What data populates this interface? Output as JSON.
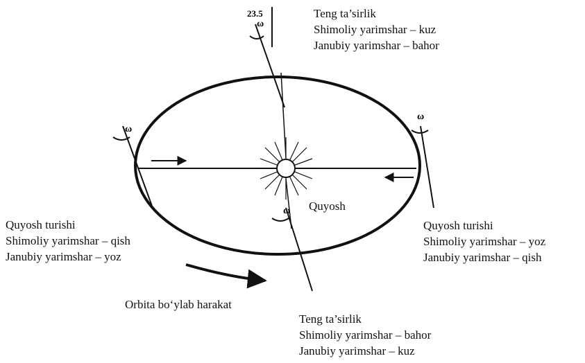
{
  "tilt_label": "23.5",
  "omega_symbol": "ω",
  "sun": {
    "label": "Quyosh"
  },
  "motion_label": "Orbita bo‘ylab harakat",
  "positions": {
    "top": {
      "title": "Teng ta’sirlik",
      "north": "Shimoliy yarimshar – kuz",
      "south": "Janubiy yarimshar – bahor"
    },
    "left": {
      "title": "Quyosh turishi",
      "north": "Shimoliy yarimshar – qish",
      "south": "Janubiy yarimshar – yoz"
    },
    "right": {
      "title": "Quyosh turishi",
      "north": "Shimoliy yarimshar – yoz",
      "south": "Janubiy yarimshar – qish"
    },
    "bottom": {
      "title": "Teng ta’sirlik",
      "north": "Shimoliy yarimshar – bahor",
      "south": "Janubiy yarimshar – kuz"
    }
  }
}
